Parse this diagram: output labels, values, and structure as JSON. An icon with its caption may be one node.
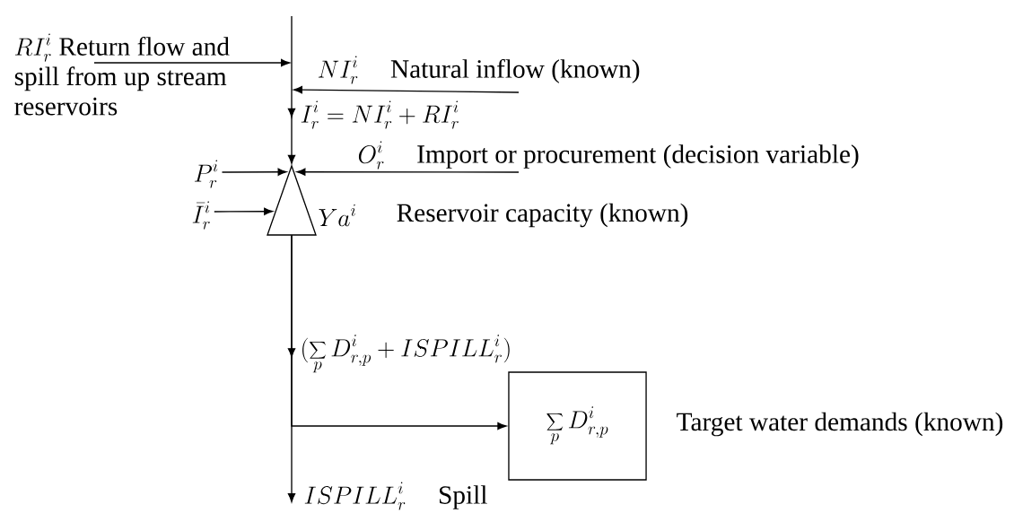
{
  "diagram": {
    "nodes": [
      {
        "text": [
          "RI^{i}_{r}",
          "Return flow and spill from up stream reservoirs"
        ]
      },
      {
        "text": [
          "NI^{i}_{r}",
          "Natural inflow (known)"
        ]
      },
      {
        "text": [
          "O^{i}_{r}",
          "Import or procurement (decision variable)"
        ]
      },
      {
        "text": [
          "P^{i}_{r}"
        ]
      },
      {
        "text": [
          "\\bar{I}^{i}_{r}"
        ]
      },
      {
        "text": [],
        "shape": "triangle",
        "beside": [
          "Ya^{i}",
          "Reservoir capacity (known)"
        ]
      },
      {
        "text": [
          "\\sum_{p} D^{i}_{r,p}"
        ],
        "beside": [
          "Target water demands (known)"
        ]
      },
      {
        "text": [
          "ISPILL^{i}_{r}",
          "Spill"
        ]
      }
    ],
    "edges": [
      {
        "from": null,
        "to": 5,
        "arrow": "to",
        "label": "I^{i}_{r} = NI^{i}_{r} + RI^{i}_{r}"
      },
      {
        "from": 0,
        "to": null,
        "arrow": "to"
      },
      {
        "from": 1,
        "to": null,
        "arrow": "to"
      },
      {
        "from": 2,
        "to": 5,
        "arrow": "to"
      },
      {
        "from": 3,
        "to": 5,
        "arrow": "to"
      },
      {
        "from": 4,
        "to": 5,
        "arrow": "to"
      },
      {
        "from": 5,
        "to": 7,
        "arrow": "to",
        "label": "(\\sum_{p} D^{i}_{r,p} + ISPILL^{i}_{r})"
      },
      {
        "from": 5,
        "to": 6,
        "arrow": "to"
      }
    ]
  }
}
